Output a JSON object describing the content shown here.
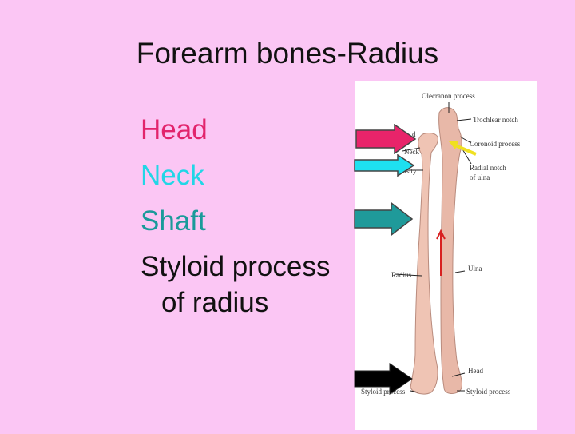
{
  "title": "Forearm bones-Radius",
  "parts": [
    {
      "label": "Head",
      "color": "#e2246c"
    },
    {
      "label": "Neck",
      "color": "#22d6e6"
    },
    {
      "label": "Shaft",
      "color": "#1a9a9a"
    },
    {
      "label": "Styloid process",
      "color": "#111111"
    }
  ],
  "parts_sub": "of radius",
  "figure_labels": {
    "olecranon": "Olecranon process",
    "trochlear": "Trochlear notch",
    "coronoid": "Coronoid process",
    "radial_notch": "Radial notch",
    "of_ulna": "of ulna",
    "head_partial": "d",
    "neck": "Neck",
    "tuberosity_partial": "osity",
    "radius": "Radius",
    "ulna": "Ulna",
    "ulna_head": "Head",
    "styloid_radius": "Styloid process",
    "styloid_ulna": "Styloid process"
  },
  "arrow_colors": {
    "head": "#e8246a",
    "neck": "#1ee0f0",
    "shaft": "#1f9a9a",
    "styloid": "#000000",
    "coronoid": "#f0e020",
    "ulna_line": "#d82020"
  }
}
